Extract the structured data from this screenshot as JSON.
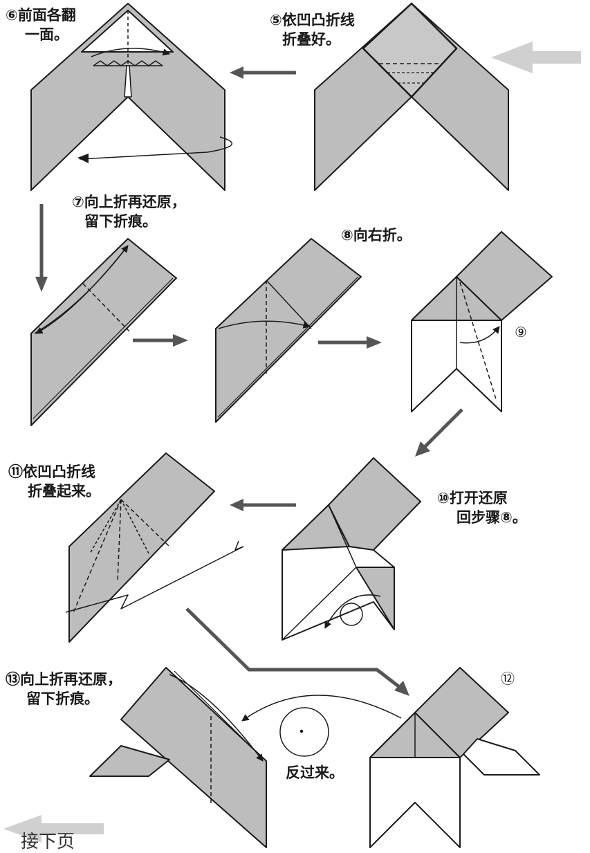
{
  "steps": {
    "s5": {
      "line1": "⑤依凹凸折线",
      "line2": "折叠好。"
    },
    "s6": {
      "line1": "⑥前面各翻",
      "line2": "一面。"
    },
    "s7": {
      "line1": "⑦向上折再还原，",
      "line2": "留下折痕。"
    },
    "s8": {
      "line1": "⑧向右折。"
    },
    "s9": {
      "number": "⑨"
    },
    "s10": {
      "line1": "⑩打开还原",
      "line2": "回步骤⑧。"
    },
    "s11": {
      "line1": "⑪依凹凸折线",
      "line2": "折叠起来。"
    },
    "s12": {
      "number": "⑫"
    },
    "s13": {
      "line1": "⑬向上折再还原，",
      "line2": "留下折痕。"
    },
    "turn_over": "反过来。",
    "continued": "接下页"
  },
  "colors": {
    "paper_gray": "#bdbdbd",
    "paper_white": "#ffffff",
    "line": "#1a1a1a",
    "arrow_gray": "#555555",
    "page_arrow": "#d0d0d0"
  }
}
